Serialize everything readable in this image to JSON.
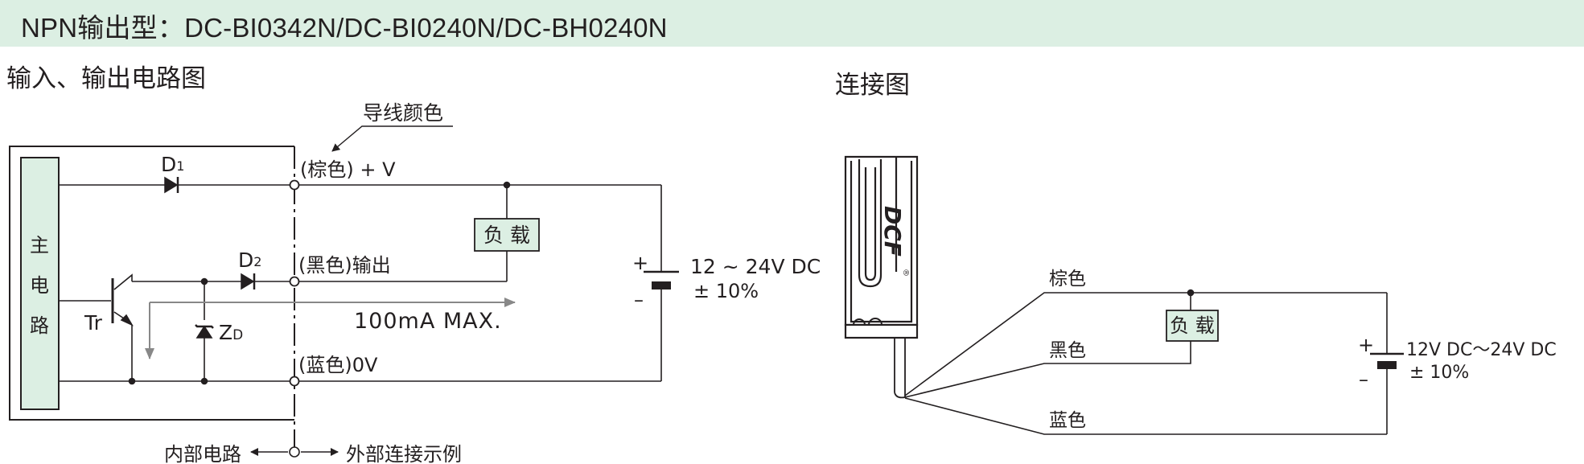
{
  "title": "NPN输出型：DC-BI0342N/DC-BI0240N/DC-BH0240N",
  "left_diagram": {
    "heading": "输入、输出电路图",
    "wire_color_callout": "导线颜色",
    "main_circuit_block": [
      "主",
      "电",
      "路"
    ],
    "diode1": {
      "main": "D",
      "sub": "1"
    },
    "diode2": {
      "main": "D",
      "sub": "2"
    },
    "transistor_label": "Tr",
    "zener": {
      "main": "Z",
      "sub": "D"
    },
    "brown_terminal": "(棕色) + V",
    "black_terminal": "(黑色)输出",
    "blue_terminal": "(蓝色)0V",
    "load_label": "负 载",
    "current_label": "100mA  MAX.",
    "supply_voltage": "12 ~ 24V DC",
    "supply_tolerance": "± 10%",
    "plus_sign": "+",
    "minus_sign": "–",
    "internal_circuit_label": "内部电路",
    "external_connection_label": "外部连接示例"
  },
  "right_diagram": {
    "heading": "连接图",
    "sensor_logo": "DCF",
    "registered_mark": "®",
    "wire_brown": "棕色",
    "wire_black": "黑色",
    "wire_blue": "蓝色",
    "load_label": "负 载",
    "supply_voltage": "12V DC～24V DC",
    "supply_tolerance": "± 10%",
    "plus_sign": "+",
    "minus_sign": "–"
  }
}
